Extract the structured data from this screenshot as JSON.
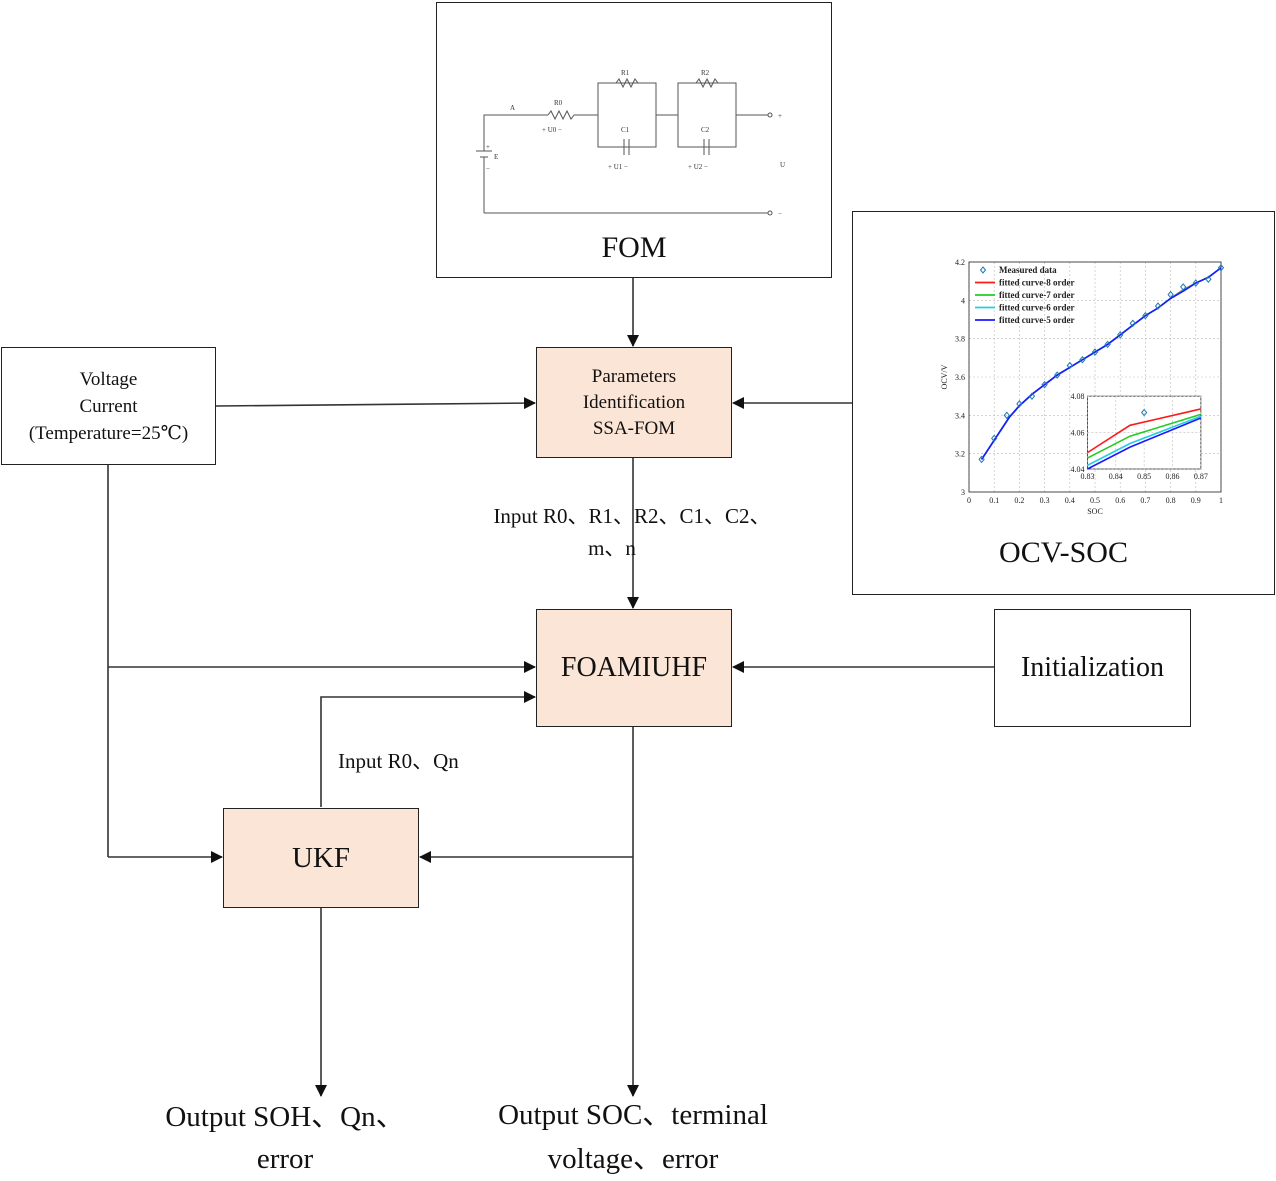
{
  "fom": {
    "caption": "FOM",
    "circuit": {
      "node_a": "A",
      "r0": "R0",
      "u0": "+ U0 −",
      "r1": "R1",
      "c1": "C1",
      "u1": "+ U1 −",
      "r2": "R2",
      "c2": "C2",
      "u2": "+ U2 −",
      "source": "E",
      "plus": "+",
      "minus": "−",
      "terminal": "U"
    }
  },
  "inputs": {
    "lines": [
      "Voltage",
      "Current",
      "(Temperature=25℃)"
    ]
  },
  "param_id": {
    "lines": [
      "Parameters",
      "Identification",
      "SSA-FOM"
    ]
  },
  "ocv_soc": {
    "caption": "OCV-SOC"
  },
  "edge_params": {
    "lines": [
      "Input R0、R1、R2、C1、C2、",
      "m、n"
    ]
  },
  "foamiuhf": {
    "label": "FOAMIUHF"
  },
  "init": {
    "label": "Initialization"
  },
  "edge_r0qn": {
    "label": "Input R0、Qn"
  },
  "ukf": {
    "label": "UKF"
  },
  "out_soh": {
    "lines": [
      "Output SOH、Qn、",
      "error"
    ]
  },
  "out_soc": {
    "lines": [
      "Output SOC、terminal",
      "voltage、error"
    ]
  },
  "chart_data": {
    "type": "scatter",
    "xlabel": "SOC",
    "ylabel": "OCV/V",
    "xlim": [
      0,
      1
    ],
    "ylim": [
      3,
      4.2
    ],
    "xticks": [
      "0",
      "0.1",
      "0.2",
      "0.3",
      "0.4",
      "0.5",
      "0.6",
      "0.7",
      "0.8",
      "0.9",
      "1"
    ],
    "yticks": [
      "3",
      "3.2",
      "3.4",
      "3.6",
      "3.8",
      "4",
      "4.2"
    ],
    "grid": true,
    "legend_position": "top-left",
    "measured": {
      "name": "Measured data",
      "color": "#1f77b4",
      "x": [
        0.05,
        0.1,
        0.15,
        0.2,
        0.25,
        0.3,
        0.35,
        0.4,
        0.45,
        0.5,
        0.55,
        0.6,
        0.65,
        0.7,
        0.75,
        0.8,
        0.85,
        0.9,
        0.95,
        1.0
      ],
      "y": [
        3.17,
        3.28,
        3.4,
        3.46,
        3.5,
        3.56,
        3.61,
        3.66,
        3.69,
        3.73,
        3.77,
        3.82,
        3.88,
        3.92,
        3.97,
        4.03,
        4.07,
        4.09,
        4.11,
        4.17
      ]
    },
    "fitted": {
      "x": [
        0.05,
        0.08,
        0.12,
        0.16,
        0.2,
        0.25,
        0.3,
        0.35,
        0.4,
        0.45,
        0.5,
        0.55,
        0.6,
        0.65,
        0.7,
        0.75,
        0.8,
        0.85,
        0.9,
        0.95,
        1.0
      ]
    },
    "series": [
      {
        "name": "fitted curve-8 order",
        "color": "#ff1a1a",
        "values": [
          3.17,
          3.23,
          3.31,
          3.39,
          3.45,
          3.51,
          3.56,
          3.61,
          3.65,
          3.69,
          3.73,
          3.77,
          3.82,
          3.87,
          3.92,
          3.96,
          4.01,
          4.055,
          4.09,
          4.12,
          4.17
        ]
      },
      {
        "name": "fitted curve-7 order",
        "color": "#22cc22",
        "values": [
          3.17,
          3.23,
          3.31,
          3.39,
          3.45,
          3.51,
          3.56,
          3.61,
          3.65,
          3.69,
          3.73,
          3.77,
          3.82,
          3.87,
          3.92,
          3.96,
          4.01,
          4.053,
          4.09,
          4.12,
          4.17
        ]
      },
      {
        "name": "fitted curve-6 order",
        "color": "#22d0e0",
        "values": [
          3.17,
          3.23,
          3.31,
          3.39,
          3.45,
          3.51,
          3.56,
          3.61,
          3.65,
          3.69,
          3.73,
          3.77,
          3.82,
          3.87,
          3.92,
          3.96,
          4.01,
          4.05,
          4.09,
          4.12,
          4.17
        ]
      },
      {
        "name": "fitted curve-5 order",
        "color": "#1a1aff",
        "values": [
          3.17,
          3.23,
          3.31,
          3.39,
          3.45,
          3.51,
          3.56,
          3.61,
          3.65,
          3.69,
          3.73,
          3.77,
          3.82,
          3.87,
          3.92,
          3.96,
          4.01,
          4.048,
          4.09,
          4.12,
          4.17
        ]
      }
    ],
    "inset": {
      "xlim": [
        0.83,
        0.87
      ],
      "ylim": [
        4.04,
        4.08
      ],
      "xticks": [
        "0.83",
        "0.84",
        "0.85",
        "0.86",
        "0.87"
      ],
      "yticks": [
        "4.04",
        "4.06",
        "4.08"
      ],
      "measured_point": {
        "x": 0.85,
        "y": 4.071
      },
      "x": [
        0.83,
        0.845,
        0.87
      ],
      "series": [
        {
          "name": "fitted curve-8 order",
          "values": [
            4.049,
            4.064,
            4.073
          ]
        },
        {
          "name": "fitted curve-7 order",
          "values": [
            4.046,
            4.058,
            4.07
          ]
        },
        {
          "name": "fitted curve-6 order",
          "values": [
            4.042,
            4.054,
            4.069
          ]
        },
        {
          "name": "fitted curve-5 order",
          "values": [
            4.04,
            4.052,
            4.068
          ]
        }
      ]
    }
  }
}
